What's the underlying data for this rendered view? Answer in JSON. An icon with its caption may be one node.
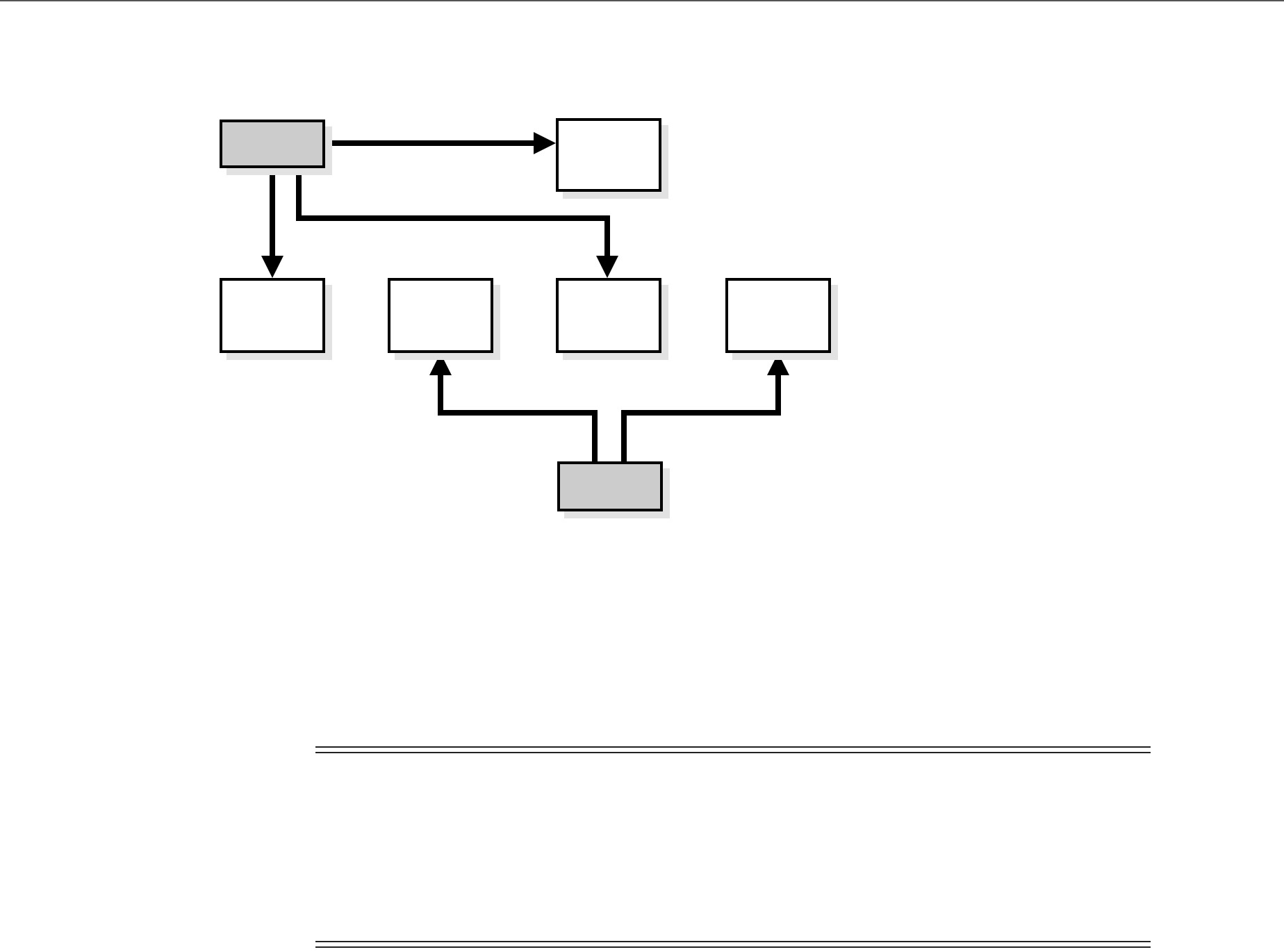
{
  "diagram": {
    "nodes": [
      {
        "text": [],
        "shape": "box"
      },
      {
        "text": [],
        "shape": "box"
      },
      {
        "text": [],
        "shape": "box"
      },
      {
        "text": [],
        "shape": "box"
      },
      {
        "text": [],
        "shape": "box"
      },
      {
        "text": [],
        "shape": "box"
      },
      {
        "text": [],
        "shape": "box"
      }
    ],
    "edges": [
      {
        "from": 0,
        "to": 1,
        "arrow": "to"
      },
      {
        "from": 0,
        "to": 2,
        "arrow": "to"
      },
      {
        "from": 0,
        "to": 4,
        "arrow": "to"
      },
      {
        "from": 6,
        "to": 3,
        "arrow": "to"
      },
      {
        "from": 6,
        "to": 5,
        "arrow": "to"
      }
    ]
  }
}
